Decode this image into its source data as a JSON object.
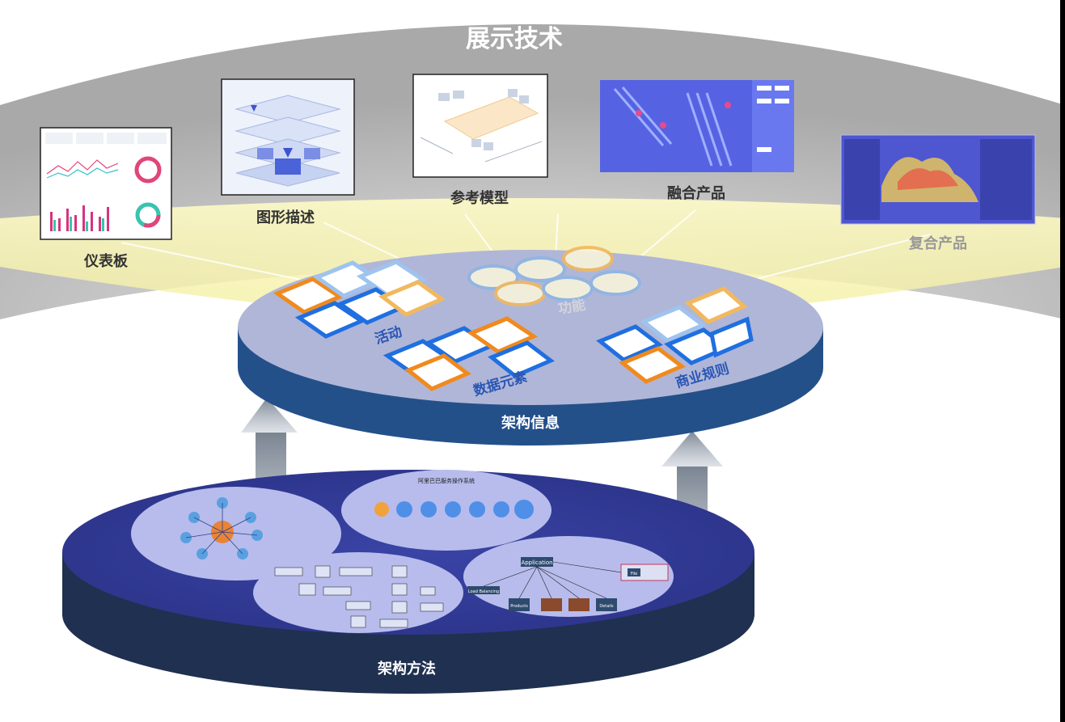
{
  "title": "展示技术",
  "showcase": [
    {
      "label": "仪表板",
      "icon": "dashboard-thumbnail"
    },
    {
      "label": "图形描述",
      "icon": "layered-graphic-thumbnail"
    },
    {
      "label": "参考模型",
      "icon": "reference-model-thumbnail"
    },
    {
      "label": "融合产品",
      "icon": "fusion-product-thumbnail"
    },
    {
      "label": "复合产品",
      "icon": "composite-product-thumbnail"
    }
  ],
  "upper_disc": {
    "name": "架构信息",
    "groups": [
      {
        "label": "活动"
      },
      {
        "label": "数据元素"
      },
      {
        "label": "商业规则"
      },
      {
        "label": "功能"
      }
    ]
  },
  "lower_disc": {
    "name": "架构方法",
    "diagram2_title": "阿里巴巴服务操作系统",
    "diagram4_nodes": [
      "Application",
      "Load Balancing",
      "Products",
      "Details",
      "File"
    ]
  },
  "colors": {
    "dome": "#bcbcbc",
    "beam": "#f5f0a6",
    "upper_top": "#b0b6d8",
    "upper_side": "#24508a",
    "lower_top": "#2e3791",
    "lower_side": "#203250",
    "blue_tile": "#1f6fe0",
    "orange_tile": "#f08a1e",
    "arrow": "#7f8894"
  }
}
